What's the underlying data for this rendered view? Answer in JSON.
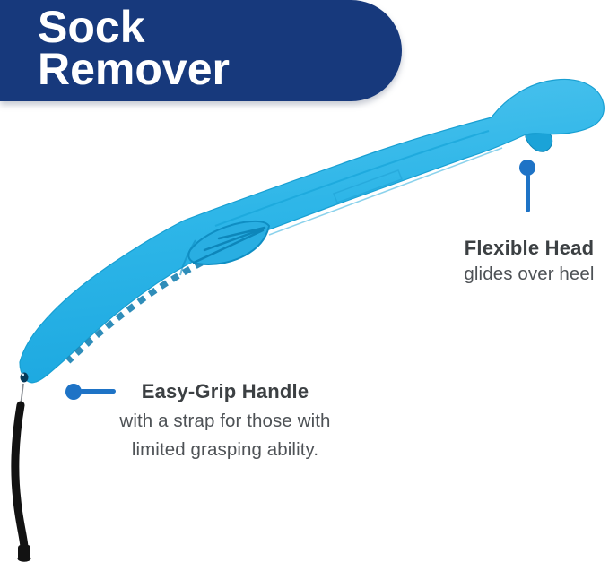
{
  "banner": {
    "title_lines": [
      "Sock",
      "Remover"
    ],
    "bg_color": "#17397c",
    "text_color": "#ffffff"
  },
  "product": {
    "name": "sock remover tool",
    "body_color": "#2eb6e8",
    "body_highlight_color": "#55c6ef",
    "body_shadow_color": "#1ca8e0",
    "detail_line_color": "#0d86ba",
    "serration_color": "#0b79ad",
    "strap_color": "#121212"
  },
  "callouts": {
    "flexible_head": {
      "title": "Flexible Head",
      "description": "glides over heel",
      "pointer_color": "#1e73c6"
    },
    "easy_grip_handle": {
      "title": "Easy-Grip Handle",
      "description_lines": [
        "with a strap for those with",
        "limited grasping ability."
      ],
      "pointer_color": "#1e73c6"
    }
  },
  "text_colors": {
    "callout_title": "#3c4043",
    "callout_description": "#4e5256"
  }
}
